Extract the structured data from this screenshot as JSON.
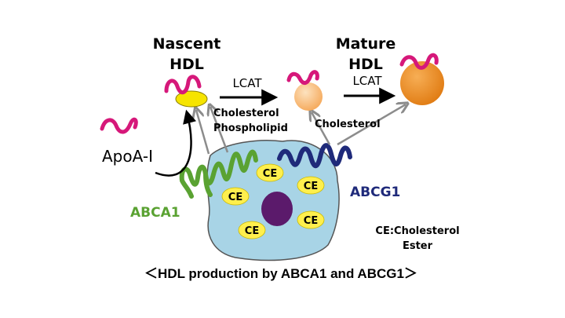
{
  "labels": {
    "nascent_hdl_line1": "Nascent",
    "nascent_hdl_line2": "HDL",
    "mature_hdl_line1": "Mature",
    "mature_hdl_line2": "HDL",
    "lcat_1": "LCAT",
    "lcat_2": "LCAT",
    "cholesterol_phospholipid_line1": "Cholesterol",
    "cholesterol_phospholipid_line2": "Phospholipid",
    "cholesterol": "Cholesterol",
    "apoa1": "ApoA-I",
    "abca1": "ABCA1",
    "abcg1": "ABCG1",
    "ce": "CE",
    "legend_line1": "CE:Cholesterol",
    "legend_line2": "Ester",
    "caption": "＜HDL production by ABCA1 and ABCG1＞"
  },
  "colors": {
    "apoa1": "#d6187a",
    "abca1": "#5aa232",
    "abcg1": "#1f2a7a",
    "cell": "#a8d4e6",
    "nucleus": "#5b1a6b",
    "ce_droplet": "#ffef4d",
    "nascent_hdl": "#f6e400",
    "small_hdl": "#f8bb7a",
    "mature_hdl": "#ee8a1e",
    "transfer_arrow": "#8c8c8c"
  }
}
